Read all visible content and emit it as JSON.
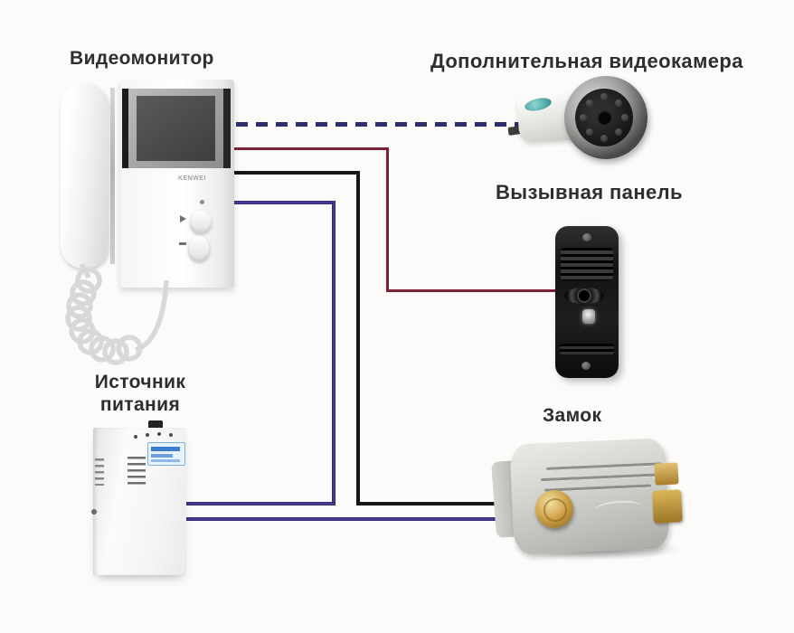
{
  "background": "#fcfbf9",
  "diagram": {
    "type": "wiring",
    "labels": {
      "monitor": "Видеомонитор",
      "camera": "Дополнительная видеокамера",
      "panel": "Вызывная панель",
      "power1": "Источник",
      "power2": "питания",
      "lock": "Замок"
    },
    "monitor_logo": "KENWEI",
    "wires": {
      "monitor_camera": {
        "color": "#2e2e6e",
        "style": "dashed"
      },
      "monitor_panel": {
        "color": "#7d2138",
        "style": "solid"
      },
      "monitor_lock": {
        "color": "#161616",
        "style": "solid"
      },
      "monitor_power": {
        "color": "#473a91",
        "style": "solid"
      },
      "power_lock": {
        "color": "#473a91",
        "style": "solid"
      }
    },
    "connections": [
      {
        "from": "Видеомонитор",
        "to": "Дополнительная видеокамера",
        "style": "dashed"
      },
      {
        "from": "Видеомонитор",
        "to": "Вызывная панель",
        "style": "solid"
      },
      {
        "from": "Видеомонитор",
        "to": "Замок",
        "style": "solid"
      },
      {
        "from": "Видеомонитор",
        "to": "Источник питания",
        "style": "solid"
      },
      {
        "from": "Источник питания",
        "to": "Замок",
        "style": "solid"
      }
    ]
  }
}
